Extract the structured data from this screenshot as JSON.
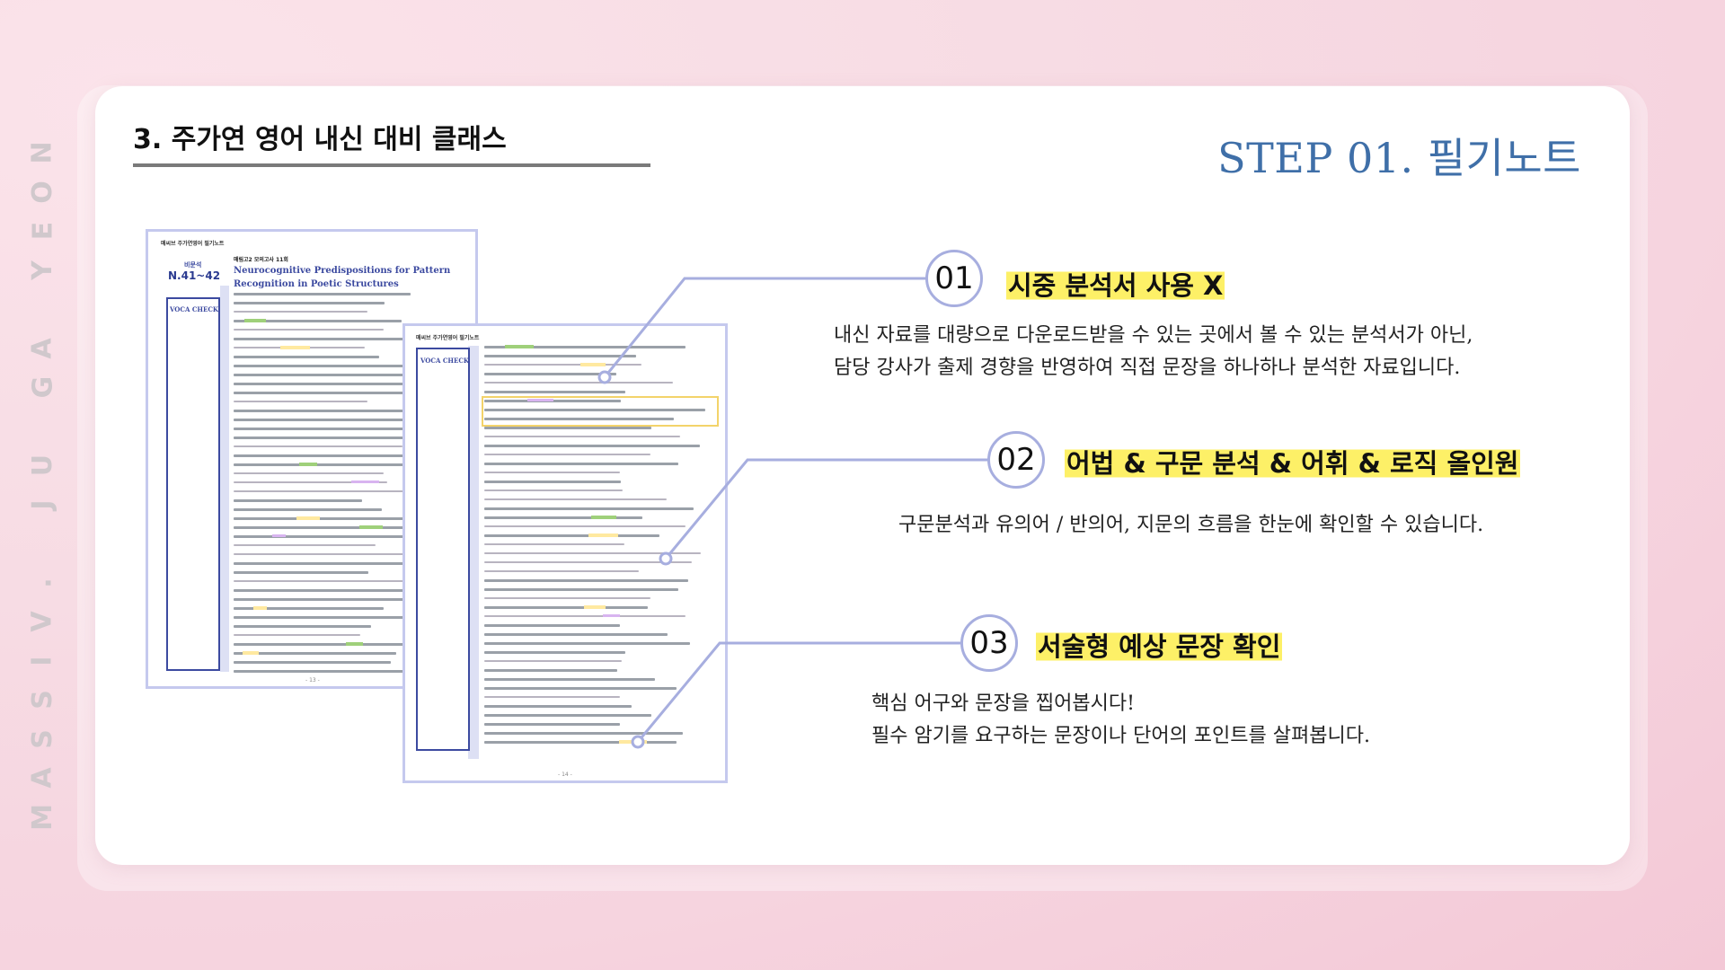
{
  "brand_vertical": "MASSIV. JU GA YEON",
  "header": {
    "class_title": "3. 주가연 영어 내신 대비 클래스",
    "step_title": "STEP 01. 필기노트"
  },
  "colors": {
    "accent_blue": "#3f6fa8",
    "highlight_yellow": "#fdf067",
    "connector": "#a7aedf"
  },
  "doc_pages": {
    "page1": {
      "header": "매씨브 주가연영어 필기노트",
      "sub_tag": "비문석",
      "big_num": "N.41~42",
      "top_line": "매림고2 모의고사 11회",
      "title": "Neurocognitive Predispositions for Pattern Recognition in Poetic Structures",
      "voca_label": "VOCA CHECK",
      "page_no": "- 13 -"
    },
    "page2": {
      "header": "매씨브 주가연영어 필기노트",
      "voca_label": "VOCA CHECK",
      "page_no": "- 14 -"
    }
  },
  "features": [
    {
      "num": "01",
      "title": "시중 분석서 사용 X",
      "desc": [
        "내신 자료를 대량으로 다운로드받을 수 있는 곳에서 볼 수 있는 분석서가 아닌,",
        "담당 강사가 출제 경향을 반영하여 직접 문장을 하나하나 분석한 자료입니다."
      ]
    },
    {
      "num": "02",
      "title": "어법 & 구문 분석 & 어휘 & 로직 올인원",
      "desc": [
        "구문분석과 유의어 / 반의어, 지문의 흐름을 한눈에 확인할 수 있습니다."
      ]
    },
    {
      "num": "03",
      "title": "서술형 예상 문장 확인",
      "desc": [
        "핵심 어구와 문장을 찝어봅시다!",
        "필수 암기를 요구하는 문장이나 단어의 포인트를 살펴봅니다."
      ]
    }
  ]
}
